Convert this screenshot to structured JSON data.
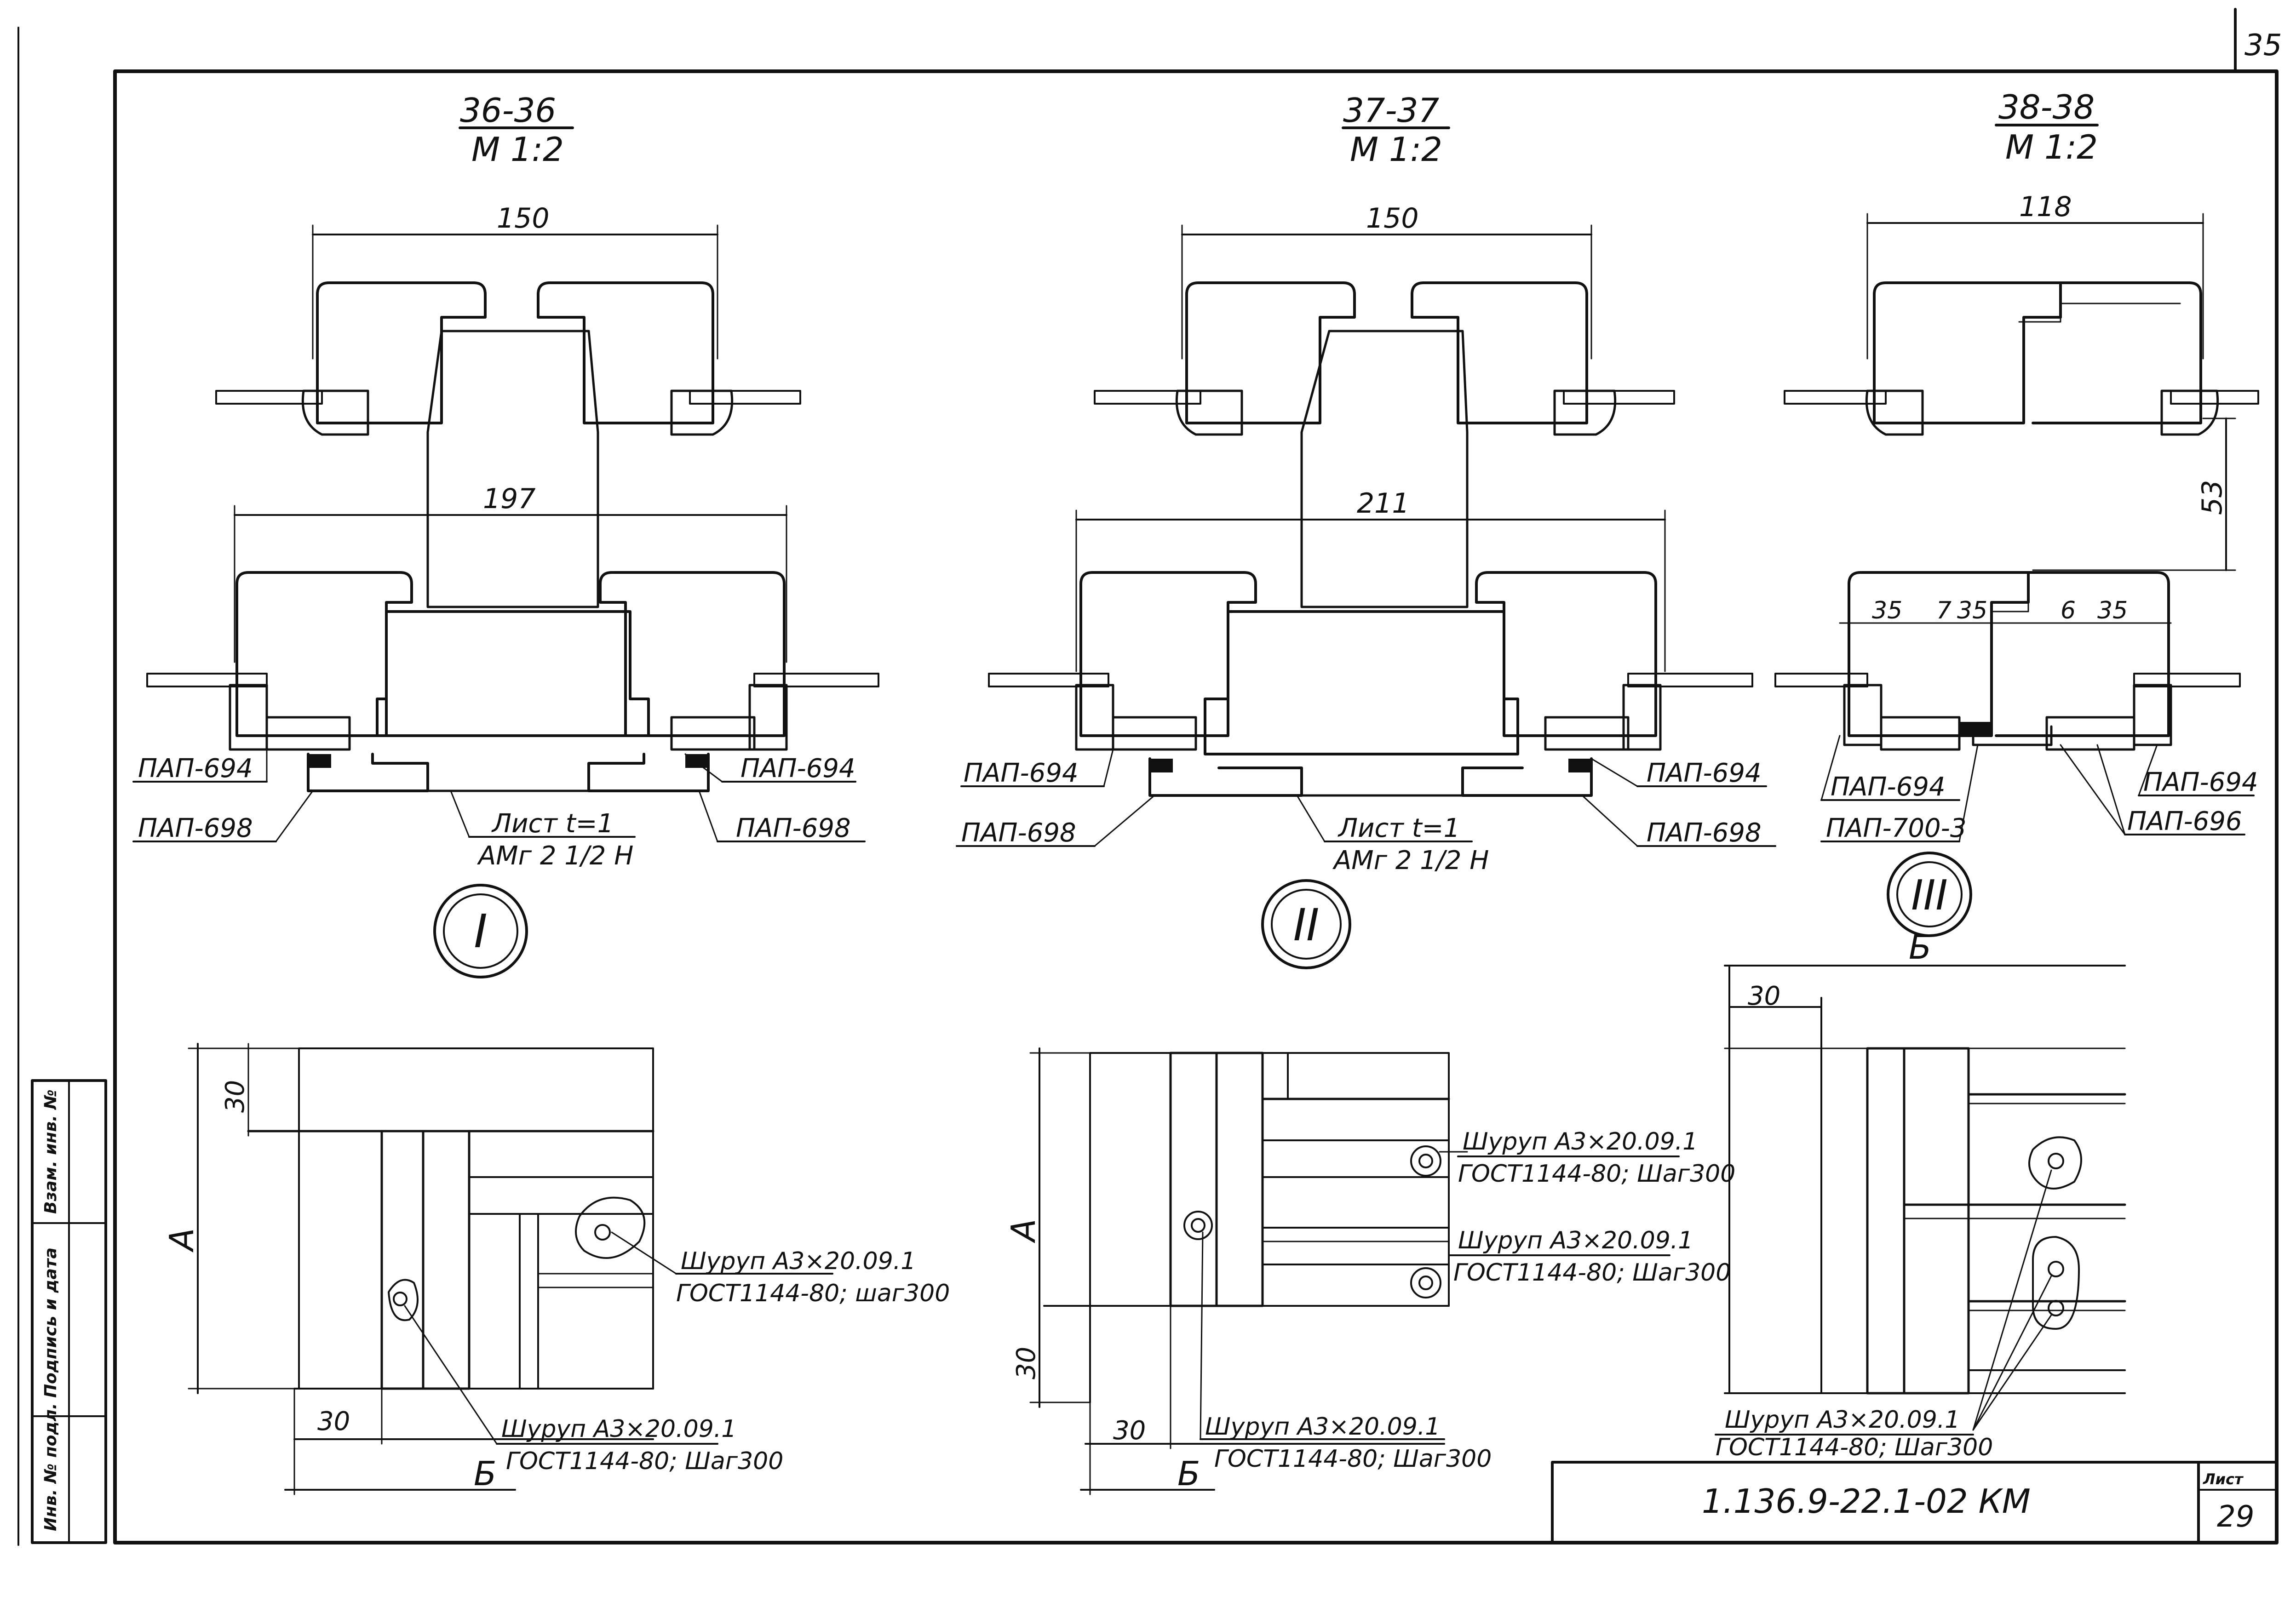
{
  "sheet": {
    "corner_number": "35",
    "code": "1.136.9-22.1-02 КМ",
    "sheet_label": "Лист",
    "sheet_number": "29",
    "side_stamp": [
      "Инв. № подл.",
      "Подпись и дата",
      "Взам. инв. №"
    ]
  },
  "sections": [
    {
      "title": "36-36",
      "scale": "М 1:2",
      "roman": "I",
      "top_dim": "150",
      "bottom_dim": "197",
      "left_profile": "ПАП-694",
      "left_profile2": "ПАП-698",
      "right_profile": "ПАП-694",
      "right_profile2": "ПАП-698",
      "sheet_note_1": "Лист t=1",
      "sheet_note_2": "АМг 2 1/2 Н"
    },
    {
      "title": "37-37",
      "scale": "М 1:2",
      "roman": "II",
      "top_dim": "150",
      "bottom_dim": "211",
      "left_profile": "ПАП-694",
      "left_profile2": "ПАП-698",
      "right_profile": "ПАП-694",
      "right_profile2": "ПАП-698",
      "sheet_note_1": "Лист t=1",
      "sheet_note_2": "АМг 2 1/2 Н"
    },
    {
      "title": "38-38",
      "scale": "М 1:2",
      "roman": "III",
      "top_dim": "118",
      "side_dim": "53",
      "sub_dims": [
        "35",
        "7",
        "35",
        "6",
        "35"
      ],
      "left_profile": "ПАП-694",
      "left_profile2": "ПАП-700-3",
      "right_profile": "ПАП-694",
      "right_profile2": "ПАП-696"
    }
  ],
  "details": [
    {
      "dim_a": "А",
      "dim_b": "Б",
      "dim_30_top": "30",
      "dim_30_bottom": "30",
      "screw_1_line1": "Шуруп А3×20.09.1",
      "screw_1_line2": "ГОСТ1144-80; шаг300",
      "screw_2_line1": "Шуруп А3×20.09.1",
      "screw_2_line2": "ГОСТ1144-80; Шаг300"
    },
    {
      "dim_a": "А",
      "dim_b": "Б",
      "dim_30_side": "30",
      "dim_30_bottom": "30",
      "screw_1_line1": "Шуруп А3×20.09.1",
      "screw_1_line2": "ГОСТ1144-80; Шаг300",
      "screw_2_line1": "Шуруп А3×20.09.1",
      "screw_2_line2": "ГОСТ1144-80; Шаг300",
      "screw_3_line1": "Шуруп А3×20.09.1",
      "screw_3_line2": "ГОСТ1144-80; Шаг300"
    },
    {
      "dim_b": "Б",
      "dim_30_top": "30",
      "screw_line1": "Шуруп А3×20.09.1",
      "screw_line2": "ГОСТ1144-80; Шаг300"
    }
  ]
}
